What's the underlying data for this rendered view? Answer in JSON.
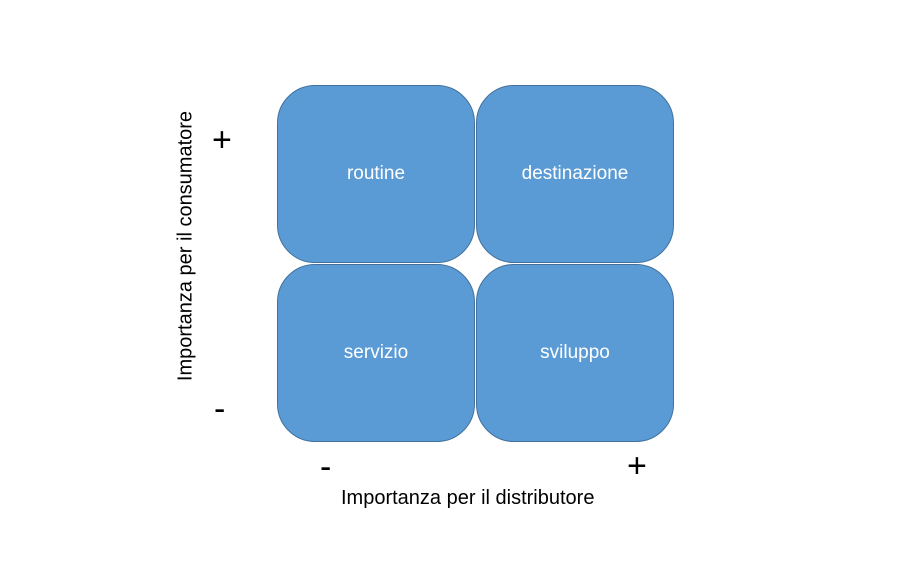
{
  "quadrants": {
    "top_left": "routine",
    "top_right": "destinazione",
    "bottom_left": "servizio",
    "bottom_right": "sviluppo"
  },
  "y_axis": {
    "title": "Importanza per il consumatore",
    "high": "+",
    "low": "-"
  },
  "x_axis": {
    "title": "Importanza per il distributore",
    "low": "-",
    "high": "+"
  },
  "colors": {
    "box_fill": "#5b9bd5",
    "box_border": "#41719c",
    "box_text": "#ffffff"
  }
}
